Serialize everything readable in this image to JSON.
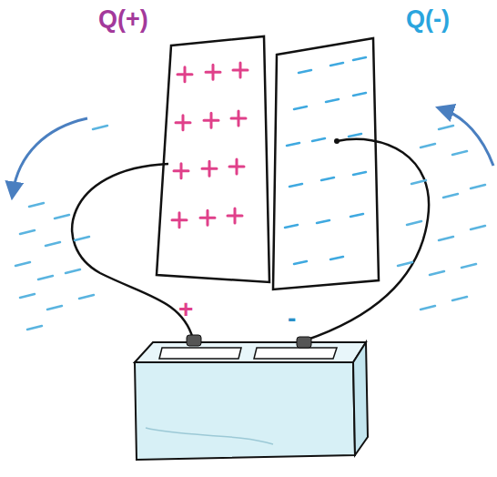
{
  "diagram": {
    "labels": [
      "Q(+)",
      "Q(-)",
      "+",
      "-"
    ]
  }
}
